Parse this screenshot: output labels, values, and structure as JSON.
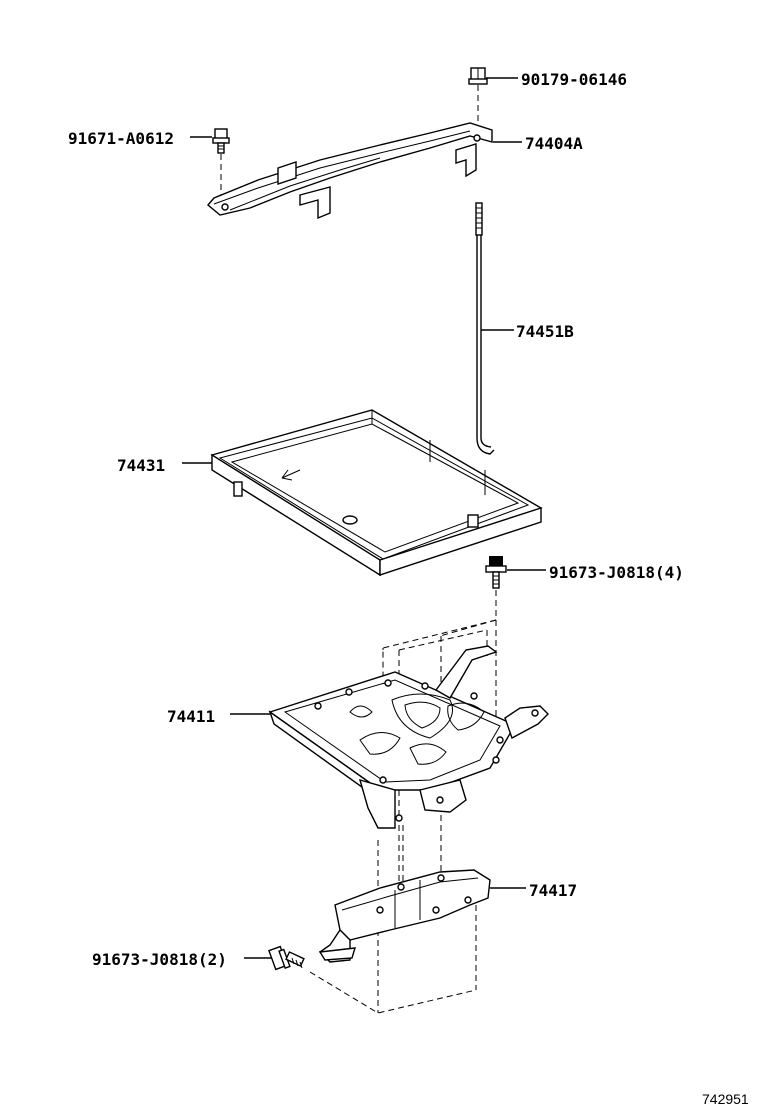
{
  "diagram": {
    "figure_number": "742951",
    "parts": [
      {
        "id": "nut-top",
        "label": "90179-06146"
      },
      {
        "id": "bolt-clamp",
        "label": "91671-A0612"
      },
      {
        "id": "clamp",
        "label": "74404A"
      },
      {
        "id": "rod",
        "label": "74451B"
      },
      {
        "id": "tray",
        "label": "74431"
      },
      {
        "id": "bolt-carrier",
        "label": "91673-J0818(4)"
      },
      {
        "id": "carrier",
        "label": "74411"
      },
      {
        "id": "stay",
        "label": "74417"
      },
      {
        "id": "bolt-stay",
        "label": "91673-J0818(2)"
      }
    ]
  }
}
